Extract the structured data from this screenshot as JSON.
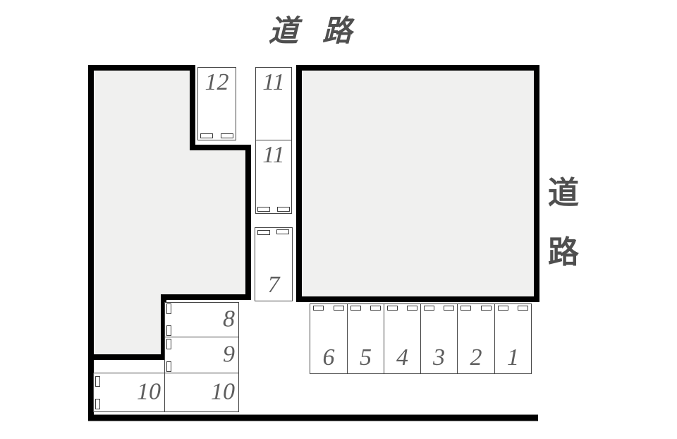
{
  "diagram": {
    "title": "parking-lot-layout",
    "roads": {
      "top_chars": [
        "道",
        "路"
      ],
      "right_chars": [
        "道",
        "路"
      ]
    },
    "spaces": {
      "s12": {
        "label": "12"
      },
      "s11_upper": {
        "label": "11"
      },
      "s11_lower": {
        "label": "11"
      },
      "s7": {
        "label": "7"
      },
      "s8": {
        "label": "8"
      },
      "s9": {
        "label": "9"
      },
      "s10_left": {
        "label": "10"
      },
      "s10_right": {
        "label": "10"
      },
      "row": [
        {
          "label": "6"
        },
        {
          "label": "5"
        },
        {
          "label": "4"
        },
        {
          "label": "3"
        },
        {
          "label": "2"
        },
        {
          "label": "1"
        }
      ]
    },
    "colors": {
      "building_fill": "#f0f0ef",
      "outline": "#000000",
      "number_text": "#5d5d5d",
      "road_text": "#4f4f4f"
    }
  }
}
